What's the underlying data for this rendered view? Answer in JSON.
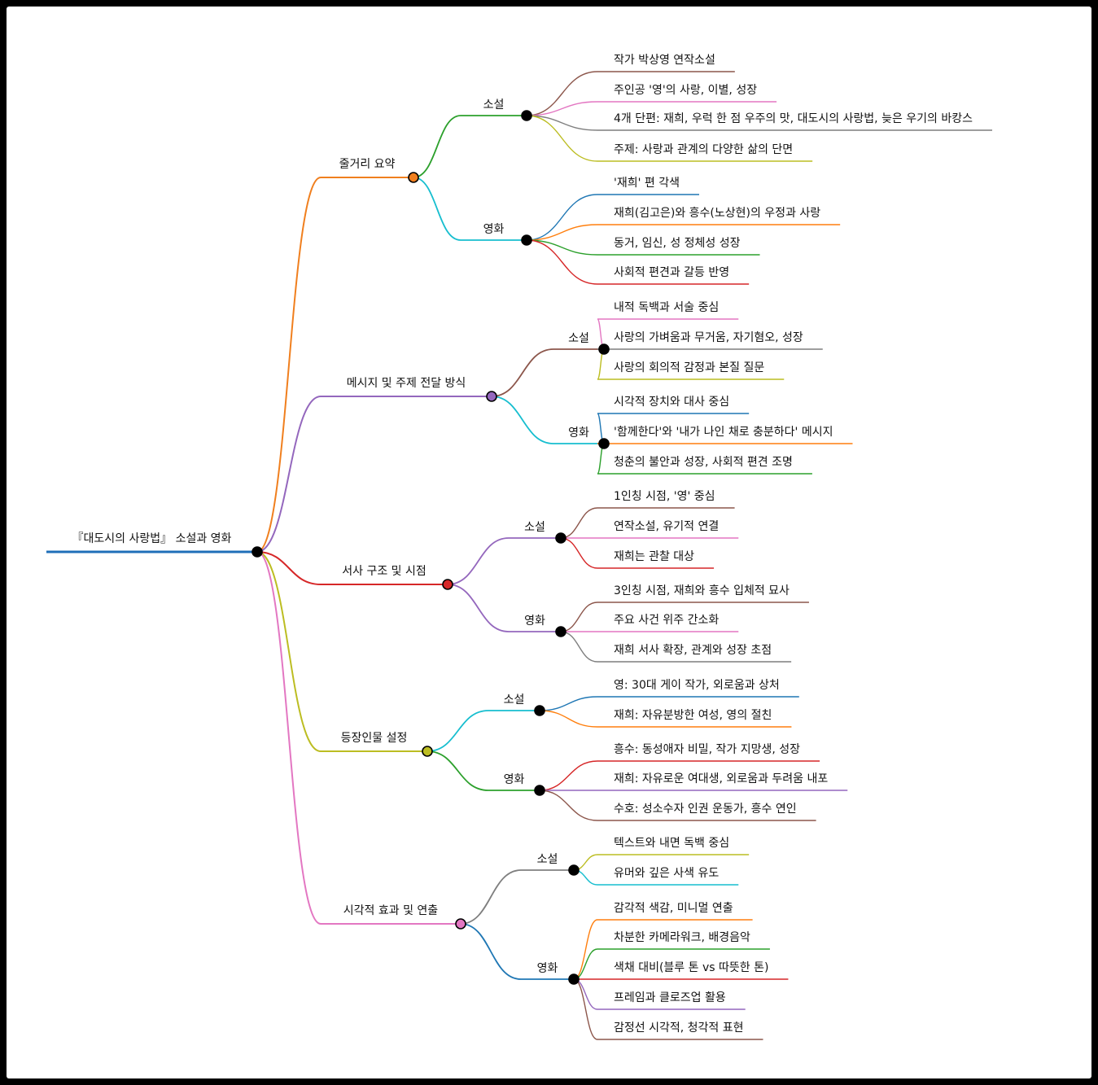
{
  "root": {
    "label": "『대도시의 사랑법』 소설과 영화",
    "color": "#1f6fb8",
    "branches": [
      {
        "label": "줄거리 요약",
        "color": "#f07f1e",
        "groups": [
          {
            "label": "소설",
            "color": "#2ca02c",
            "leaves": [
              {
                "label": "작가 박상영 연작소설",
                "color": "#8c564b"
              },
              {
                "label": "주인공 '영'의 사랑, 이별, 성장",
                "color": "#e377c2"
              },
              {
                "label": "4개 단편: 재희, 우럭 한 점 우주의 맛, 대도시의 사랑법, 늦은 우기의 바캉스",
                "color": "#7f7f7f"
              },
              {
                "label": "주제: 사랑과 관계의 다양한 삶의 단면",
                "color": "#bcbd22"
              }
            ]
          },
          {
            "label": "영화",
            "color": "#17becf",
            "leaves": [
              {
                "label": "'재희' 편 각색",
                "color": "#1f77b4"
              },
              {
                "label": "재희(김고은)와 흥수(노상현)의 우정과 사랑",
                "color": "#ff7f0e"
              },
              {
                "label": "동거, 임신, 성 정체성 성장",
                "color": "#2ca02c"
              },
              {
                "label": "사회적 편견과 갈등 반영",
                "color": "#d62728"
              }
            ]
          }
        ]
      },
      {
        "label": "메시지 및 주제 전달 방식",
        "color": "#9467bd",
        "groups": [
          {
            "label": "소설",
            "color": "#8c564b",
            "leaves": [
              {
                "label": "내적 독백과 서술 중심",
                "color": "#e377c2"
              },
              {
                "label": "사랑의 가벼움과 무거움, 자기혐오, 성장",
                "color": "#7f7f7f"
              },
              {
                "label": "사랑의 회의적 감정과 본질 질문",
                "color": "#bcbd22"
              }
            ]
          },
          {
            "label": "영화",
            "color": "#17becf",
            "leaves": [
              {
                "label": "시각적 장치와 대사 중심",
                "color": "#1f77b4"
              },
              {
                "label": "'함께한다'와 '내가 나인 채로 충분하다' 메시지",
                "color": "#ff7f0e"
              },
              {
                "label": "청춘의 불안과 성장, 사회적 편견 조명",
                "color": "#2ca02c"
              }
            ]
          }
        ]
      },
      {
        "label": "서사 구조 및 시점",
        "color": "#d62728",
        "groups": [
          {
            "label": "소설",
            "color": "#9467bd",
            "leaves": [
              {
                "label": "1인칭 시점, '영' 중심",
                "color": "#8c564b"
              },
              {
                "label": "연작소설, 유기적 연결",
                "color": "#e377c2"
              },
              {
                "label": "재희는 관찰 대상",
                "color": "#d62728"
              }
            ]
          },
          {
            "label": "영화",
            "color": "#9467bd",
            "leaves": [
              {
                "label": "3인칭 시점, 재희와 흥수 입체적 묘사",
                "color": "#8c564b"
              },
              {
                "label": "주요 사건 위주 간소화",
                "color": "#e377c2"
              },
              {
                "label": "재희 서사 확장, 관계와 성장 초점",
                "color": "#7f7f7f"
              }
            ]
          }
        ]
      },
      {
        "label": "등장인물 설정",
        "color": "#bcbd22",
        "groups": [
          {
            "label": "소설",
            "color": "#17becf",
            "leaves": [
              {
                "label": "영: 30대 게이 작가, 외로움과 상처",
                "color": "#1f77b4"
              },
              {
                "label": "재희: 자유분방한 여성, 영의 절친",
                "color": "#ff7f0e"
              }
            ]
          },
          {
            "label": "영화",
            "color": "#2ca02c",
            "leaves": [
              {
                "label": "흥수: 동성애자 비밀, 작가 지망생, 성장",
                "color": "#d62728"
              },
              {
                "label": "재희: 자유로운 여대생, 외로움과 두려움 내포",
                "color": "#9467bd"
              },
              {
                "label": "수호: 성소수자 인권 운동가, 흥수 연인",
                "color": "#8c564b"
              }
            ]
          }
        ]
      },
      {
        "label": "시각적 효과 및 연출",
        "color": "#e377c2",
        "groups": [
          {
            "label": "소설",
            "color": "#7f7f7f",
            "leaves": [
              {
                "label": "텍스트와 내면 독백 중심",
                "color": "#bcbd22"
              },
              {
                "label": "유머와 깊은 사색 유도",
                "color": "#17becf"
              }
            ]
          },
          {
            "label": "영화",
            "color": "#1f77b4",
            "leaves": [
              {
                "label": "감각적 색감, 미니멀 연출",
                "color": "#ff7f0e"
              },
              {
                "label": "차분한 카메라워크, 배경음악",
                "color": "#2ca02c"
              },
              {
                "label": "색채 대비(블루 톤 vs 따뜻한 톤)",
                "color": "#d62728"
              },
              {
                "label": "프레임과 클로즈업 활용",
                "color": "#9467bd"
              },
              {
                "label": "감정선 시각적, 청각적 표현",
                "color": "#8c564b"
              }
            ]
          }
        ]
      }
    ]
  }
}
